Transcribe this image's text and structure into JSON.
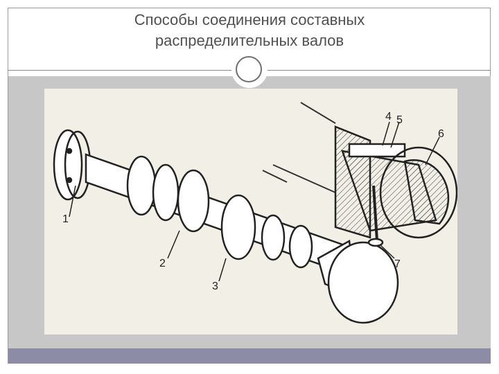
{
  "slide": {
    "title_line1": "Способы соединения составных",
    "title_line2": "распределительных валов"
  },
  "figure": {
    "labels": [
      "1",
      "2",
      "3",
      "4",
      "5",
      "6",
      "7"
    ]
  },
  "colors": {
    "title_text": "#505050",
    "panel": "#c7c7c7",
    "figure_bg": "#f1efe6",
    "footer": "#8c8ca6"
  }
}
